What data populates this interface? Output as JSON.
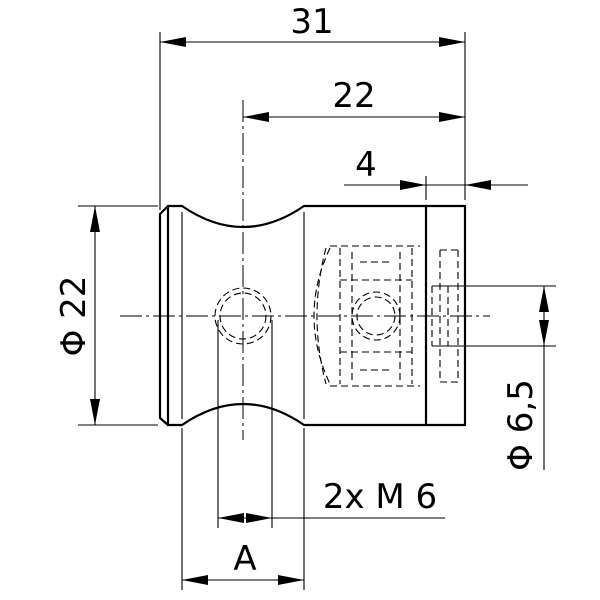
{
  "drawing": {
    "dim_overall_length": "31",
    "dim_center_to_end": "22",
    "dim_end_step": "4",
    "dim_body_diameter": "Φ 22",
    "dim_hole_diameter": "Φ 6,5",
    "dim_thread_note": "2x M 6",
    "dim_width_label": "A"
  }
}
